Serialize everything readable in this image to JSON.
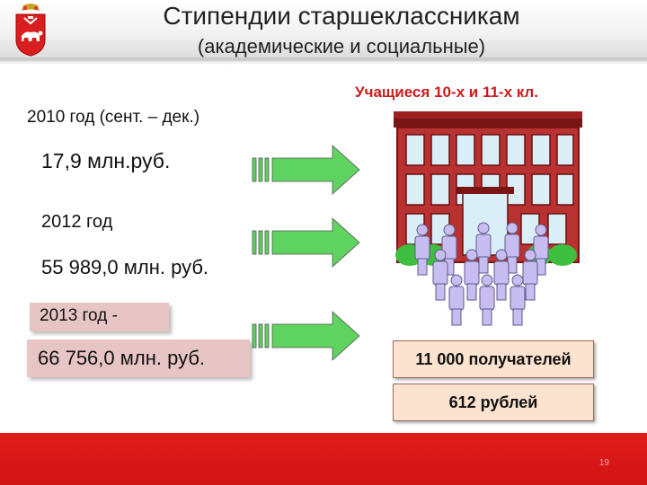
{
  "header": {
    "title": "Стипендии старшеклассникам",
    "subtitle": "(академические и социальные)"
  },
  "left": {
    "period_2010": "2010 год (сент. – дек.)",
    "amount_2010": "17,9 млн.руб.",
    "period_2012": "2012 год",
    "amount_2012": "55 989,0 млн. руб.",
    "period_2013": "2013 год -",
    "amount_2013": "66 756,0 млн. руб."
  },
  "right": {
    "students_label": "Учащиеся 10-х и 11-х кл.",
    "recipients": "11 000 получателей",
    "rate": "612 рублей"
  },
  "footer": {
    "page_number": "19"
  },
  "colors": {
    "accent_red": "#e01b1b",
    "arrow_green": "#5fd35f",
    "box_pink": "#e8c5c5",
    "box_orange": "#fbe3cf",
    "building_red": "#b83232"
  }
}
